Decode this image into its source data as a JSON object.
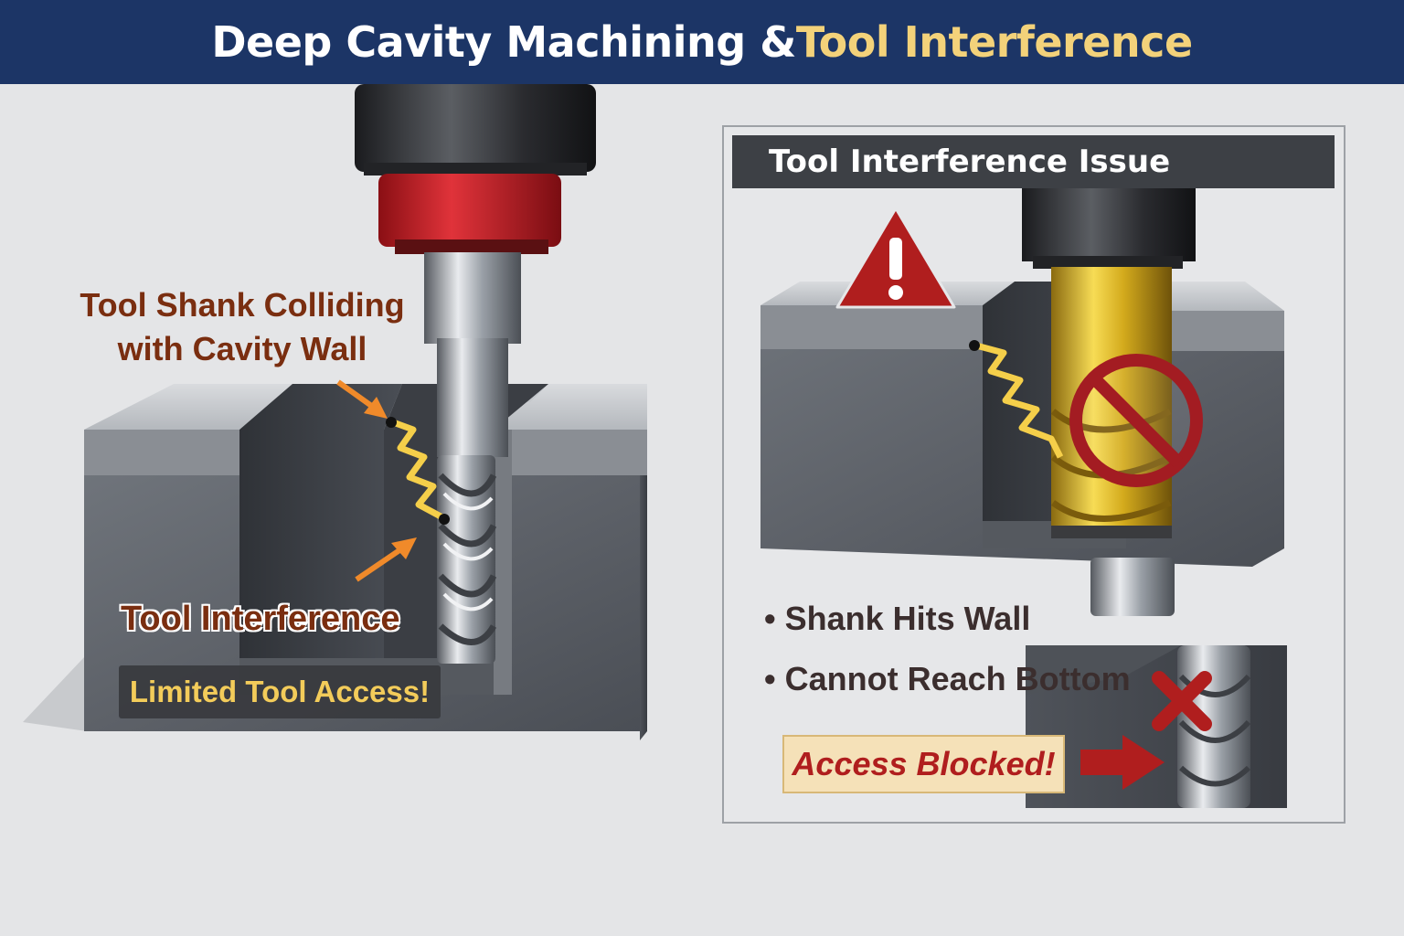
{
  "title": {
    "part1": "Deep Cavity Machining & ",
    "part2": "Tool Interference"
  },
  "left_diagram": {
    "shank_label_line1": "Tool Shank Colliding",
    "shank_label_line2": "with Cavity Wall",
    "interference_label": "Tool Interference",
    "access_label": "Limited Tool Access!"
  },
  "right_panel": {
    "header": "Tool Interference Issue",
    "bullets": [
      "• Shank Hits Wall",
      "• Cannot Reach Bottom"
    ],
    "blocked_label": "Access Blocked!",
    "icons": [
      "warning-icon",
      "prohibited-icon",
      "x-mark-icon",
      "arrow-right-icon"
    ]
  },
  "colors": {
    "title_bar": "#1c3566",
    "title_accent": "#f3d27a",
    "label_brown": "#7a2e10",
    "warning_red": "#b01e1e",
    "spark_yellow": "#f5cf4a",
    "arrow_orange": "#f08a2a"
  }
}
